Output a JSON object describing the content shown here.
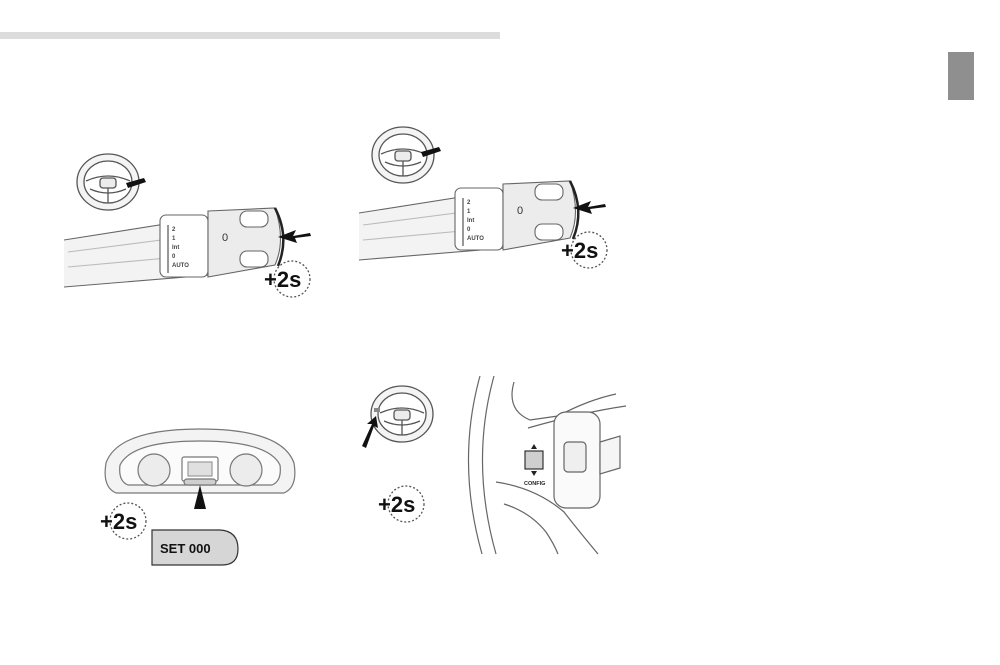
{
  "colors": {
    "line": "#555555",
    "fill_light": "#f2f2f2",
    "fill_mid": "#e4e4e4",
    "arrow": "#111111",
    "section_rule": "#dcdcdc",
    "tab_marker": "#8f8f8f"
  },
  "icons": [
    "steering-wheel-icon",
    "wiper-stalk-icon",
    "push-arrow-icon",
    "timer-2s-icon",
    "instrument-cluster-icon",
    "config-button-icon"
  ],
  "fig_a": {
    "stalk_scale": [
      "2",
      "1",
      "Int",
      "0",
      "AUTO"
    ],
    "end_label": "0",
    "timer_label": "+2s"
  },
  "fig_b": {
    "stalk_scale": [
      "2",
      "1",
      "Int",
      "0",
      "AUTO"
    ],
    "end_label": "0",
    "timer_label": "+2s"
  },
  "fig_c": {
    "timer_label": "+2s",
    "display_text": "SET 000"
  },
  "fig_d": {
    "timer_label": "+2s",
    "button_label": "CONFIG"
  }
}
